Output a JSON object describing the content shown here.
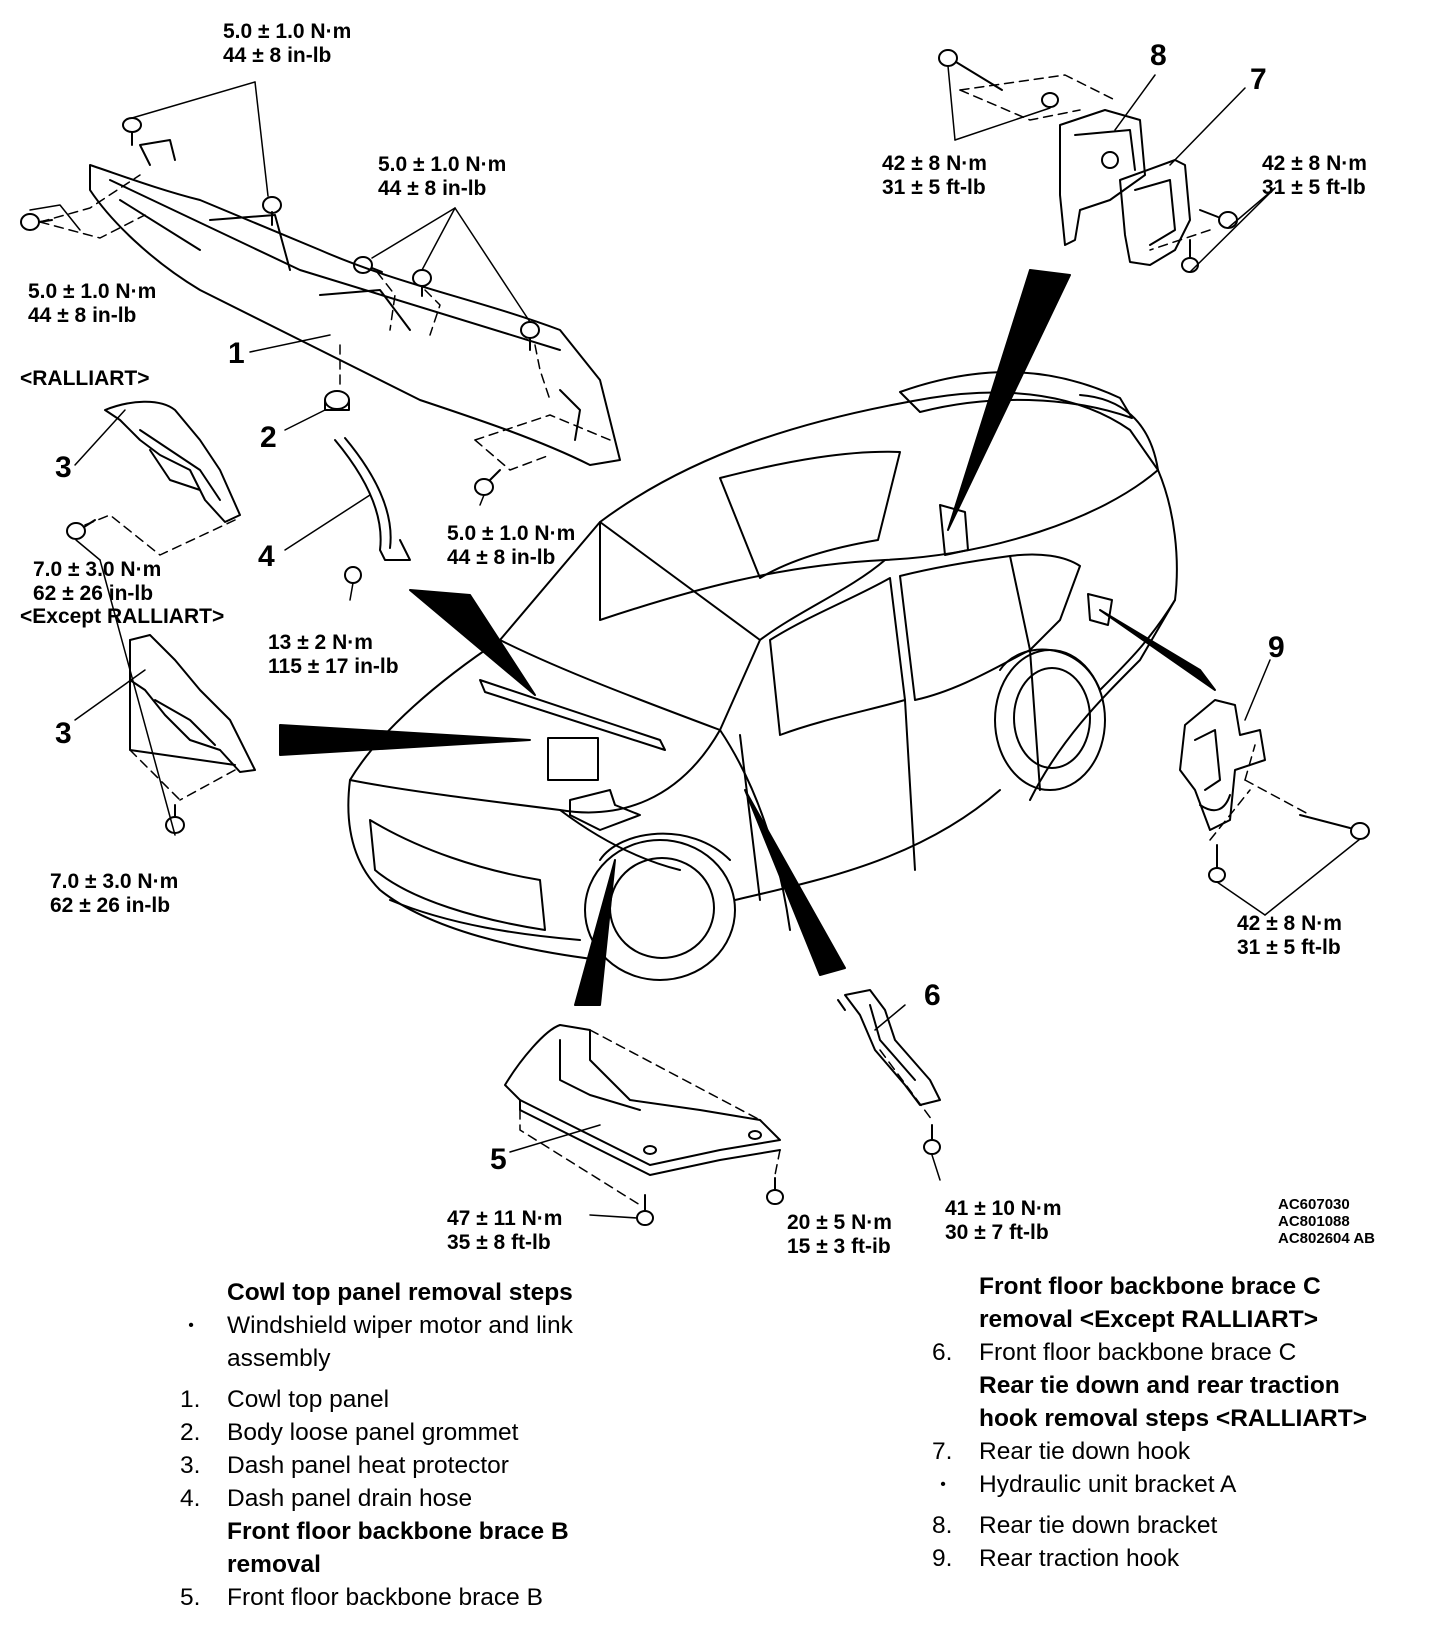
{
  "torque_labels": {
    "t1": [
      "5.0 ± 1.0 N·m",
      "44 ± 8 in-lb"
    ],
    "t2": [
      "5.0 ± 1.0 N·m",
      "44 ± 8 in-lb"
    ],
    "t3": [
      "5.0 ± 1.0 N·m",
      "44 ± 8 in-lb"
    ],
    "t4": [
      "5.0 ± 1.0 N·m",
      "44 ± 8 in-lb"
    ],
    "t5": [
      "7.0 ± 3.0 N·m",
      "62 ± 26 in-lb"
    ],
    "t6": [
      "13 ± 2 N·m",
      "115 ± 17 in-lb"
    ],
    "t7": [
      "7.0 ± 3.0 N·m",
      "62 ± 26 in-lb"
    ],
    "t8": [
      "42 ± 8 N·m",
      "31 ± 5 ft-lb"
    ],
    "t9": [
      "42 ± 8 N·m",
      "31 ± 5 ft-lb"
    ],
    "t10": [
      "42 ± 8 N·m",
      "31 ± 5 ft-lb"
    ],
    "t11": [
      "47 ± 11 N·m",
      "35 ± 8 ft-lb"
    ],
    "t12": [
      "20 ± 5 N·m",
      "15 ± 3 ft-ib"
    ],
    "t13": [
      "41 ± 10 N·m",
      "30 ± 7 ft-lb"
    ]
  },
  "variant_labels": {
    "ralliart": "<RALLIART>",
    "except_ralliart": "<Except RALLIART>"
  },
  "callouts": [
    "1",
    "2",
    "3",
    "3",
    "4",
    "5",
    "6",
    "7",
    "8",
    "9"
  ],
  "reference_codes": [
    "AC607030",
    "AC801088",
    "AC802604 AB"
  ],
  "steps_left": {
    "heading1": "Cowl top panel removal steps",
    "items1": [
      {
        "marker": "•",
        "text": "Windshield wiper motor and link",
        "text2": "assembly"
      },
      {
        "marker": "1.",
        "text": "Cowl top panel"
      },
      {
        "marker": "2.",
        "text": "Body loose panel grommet"
      },
      {
        "marker": "3.",
        "text": "Dash panel heat protector"
      },
      {
        "marker": "4.",
        "text": "Dash panel drain hose"
      }
    ],
    "heading2a": "Front floor backbone brace B",
    "heading2b": "removal",
    "items2": [
      {
        "marker": "5.",
        "text": "Front floor backbone brace B"
      }
    ]
  },
  "steps_right": {
    "heading1a": "Front floor backbone brace C",
    "heading1b": "removal <Except RALLIART>",
    "items1": [
      {
        "marker": "6.",
        "text": "Front floor backbone brace C"
      }
    ],
    "heading2a": "Rear tie down and rear traction",
    "heading2b": "hook removal steps <RALLIART>",
    "items2": [
      {
        "marker": "7.",
        "text": "Rear tie down hook"
      },
      {
        "marker": "•",
        "text": "Hydraulic unit bracket A"
      },
      {
        "marker": "8.",
        "text": "Rear tie down bracket"
      },
      {
        "marker": "9.",
        "text": "Rear traction hook"
      }
    ]
  }
}
